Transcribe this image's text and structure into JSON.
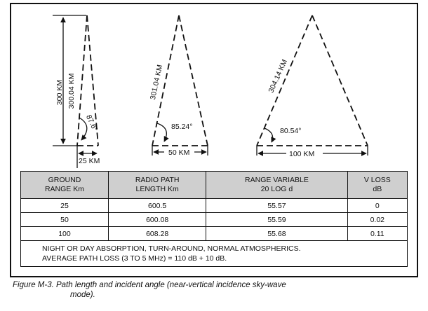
{
  "triangles": [
    {
      "height": "300 KM",
      "path": "300.04 KM",
      "angle": "87.6°",
      "base": "25 KM"
    },
    {
      "path": "301.04 KM",
      "angle": "85.24°",
      "base": "50 KM"
    },
    {
      "path": "304.14 KM",
      "angle": "80.54°",
      "base": "100 KM"
    }
  ],
  "table": {
    "headers": [
      [
        "GROUND",
        "RANGE Km"
      ],
      [
        "RADIO PATH",
        "LENGTH Km"
      ],
      [
        "RANGE VARIABLE",
        "20 LOG d"
      ],
      [
        "V LOSS",
        "dB"
      ]
    ],
    "rows": [
      [
        "25",
        "600.5",
        "55.57",
        "0"
      ],
      [
        "50",
        "600.08",
        "55.59",
        "0.02"
      ],
      [
        "100",
        "608.28",
        "55.68",
        "0.11"
      ]
    ],
    "note": [
      "NIGHT OR DAY ABSORPTION, TURN-AROUND, NORMAL ATMOSPHERICS.",
      "AVERAGE PATH LOSS (3 TO 5 MHz) = 110 dB + 10 dB."
    ]
  },
  "caption": [
    "Figure M-3. Path length and incident angle (near-vertical incidence sky-wave",
    "mode)."
  ]
}
